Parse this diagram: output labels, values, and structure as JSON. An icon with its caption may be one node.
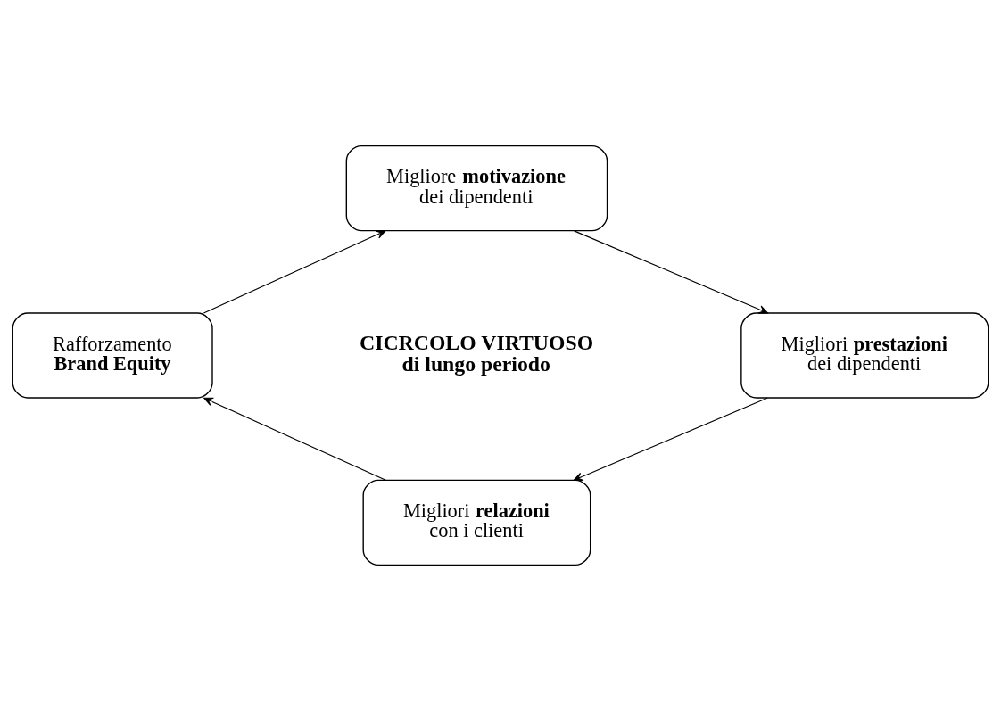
{
  "diagram": {
    "nodes": [
      {
        "text": [
          "Migliore **motivazione** dei dipendenti"
        ]
      },
      {
        "text": [
          "Migliori **prestazioni** dei dipendenti"
        ]
      },
      {
        "text": [
          "Migliori **relazioni** con i clienti"
        ]
      },
      {
        "text": [
          "Rafforzamento **Brand Equity**"
        ]
      }
    ],
    "edges": [
      {
        "from": 0,
        "to": 1,
        "arrow": "to"
      },
      {
        "from": 1,
        "to": 2,
        "arrow": "to"
      },
      {
        "from": 2,
        "to": 3,
        "arrow": "to"
      },
      {
        "from": 3,
        "to": 0,
        "arrow": "to"
      }
    ],
    "labels": [
      "CICRCOLO VIRTUOSO di lungo periodo"
    ]
  }
}
